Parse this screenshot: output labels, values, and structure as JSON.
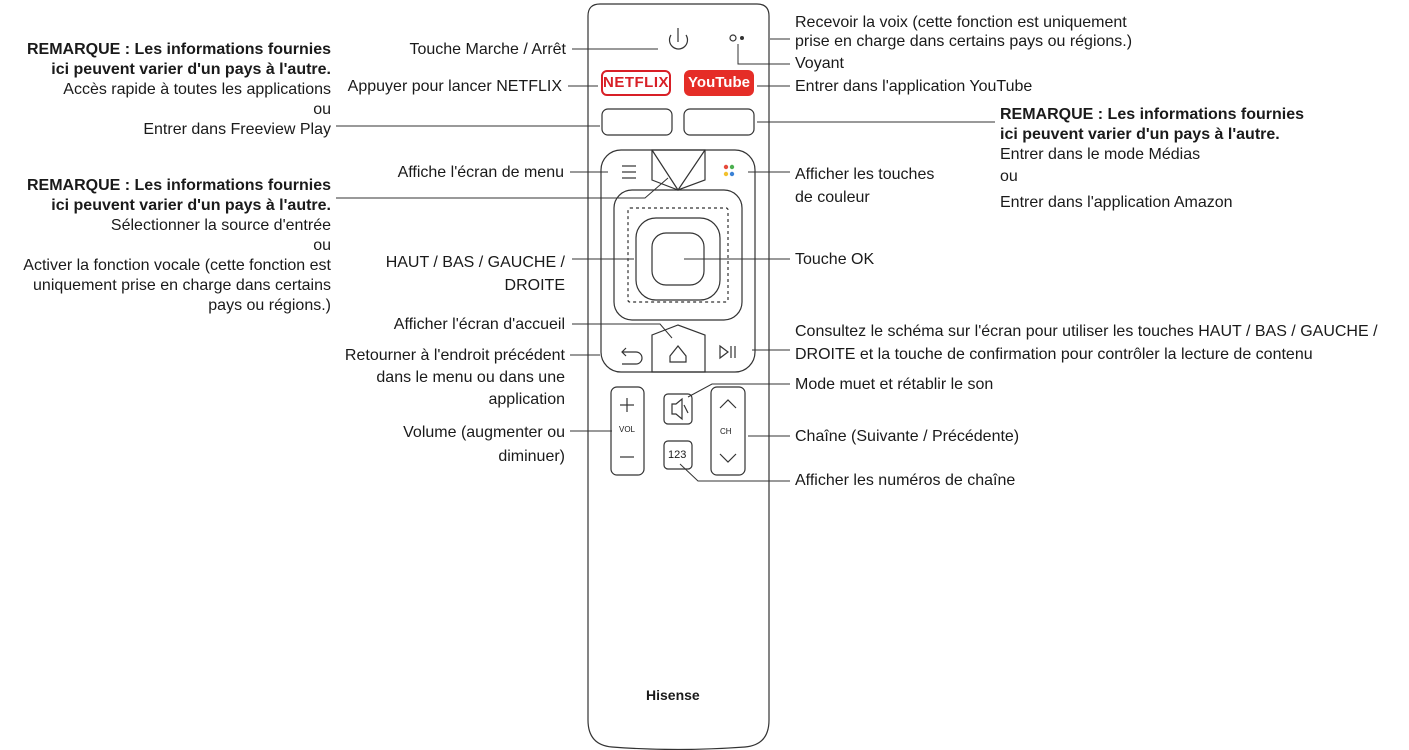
{
  "left": {
    "note1": {
      "line1": "REMARQUE : Les informations fournies",
      "line2": "ici peuvent varier d'un pays à l'autre.",
      "line3": "Accès rapide à toutes les applications",
      "line4": "ou",
      "line5": "Entrer dans Freeview Play"
    },
    "power": "Touche Marche / Arrêt",
    "netflix": "Appuyer pour lancer NETFLIX",
    "menu": "Affiche l'écran de menu",
    "note2": {
      "line1": "REMARQUE : Les informations fournies",
      "line2": "ici peuvent varier d'un pays à l'autre.",
      "line3": "Sélectionner la source d'entrée",
      "line4": "ou",
      "line5": "Activer la fonction vocale (cette fonction est",
      "line6": "uniquement prise en charge dans certains",
      "line7": "pays ou régions.)"
    },
    "dpad": {
      "line1": "HAUT / BAS / GAUCHE /",
      "line2": "DROITE"
    },
    "home": "Afficher l'écran d'accueil",
    "back": {
      "line1": "Retourner à l'endroit précédent",
      "line2": "dans le menu ou dans une",
      "line3": "application"
    },
    "volume": {
      "line1": "Volume (augmenter ou",
      "line2": "diminuer)"
    }
  },
  "right": {
    "voice": {
      "line1": "Recevoir la voix (cette fonction est uniquement",
      "line2": "prise en charge dans certains pays ou régions.)"
    },
    "indicator": "Voyant",
    "youtube": "Entrer dans l'application YouTube",
    "note3": {
      "line1": "REMARQUE : Les informations fournies",
      "line2": "ici peuvent varier d'un pays à l'autre.",
      "line3": "Entrer dans le mode Médias",
      "line4": "ou",
      "line5": "Entrer dans l'application Amazon"
    },
    "color": {
      "line1": "Afficher les touches",
      "line2": "de couleur"
    },
    "ok": "Touche OK",
    "playpause": {
      "line1": "Consultez le schéma sur l'écran pour utiliser les touches HAUT / BAS / GAUCHE /",
      "line2": "DROITE et la touche de confirmation pour contrôler la lecture de contenu"
    },
    "mute": "Mode muet et rétablir le son",
    "channel": "Chaîne (Suivante / Précédente)",
    "numbers": "Afficher les numéros de chaîne"
  },
  "remote": {
    "netflix_logo": "NETFLIX",
    "youtube_logo": "YouTube",
    "vol_label": "VOL",
    "ch_label": "CH",
    "num_label": "123",
    "brand": "Hisense"
  },
  "colors": {
    "netflix_red": "#d81f26",
    "youtube_red": "#e52d27",
    "line": "#333333"
  }
}
